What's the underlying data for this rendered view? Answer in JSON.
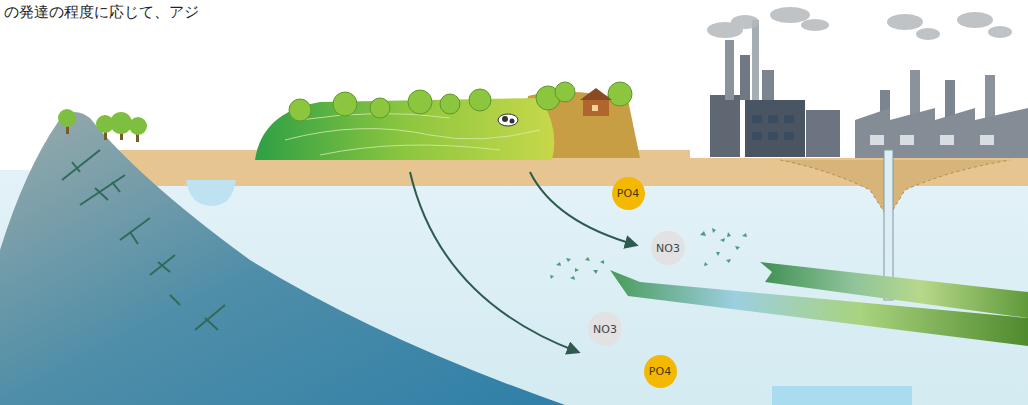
{
  "diagram": {
    "nodes": [
      {
        "text": [
          "PO4"
        ]
      },
      {
        "text": [
          "NO3"
        ]
      },
      {
        "text": [
          "NO3"
        ]
      },
      {
        "text": [
          "PO4"
        ]
      }
    ],
    "labels": [
      "の発達の程度に応じて、アジ"
    ]
  }
}
